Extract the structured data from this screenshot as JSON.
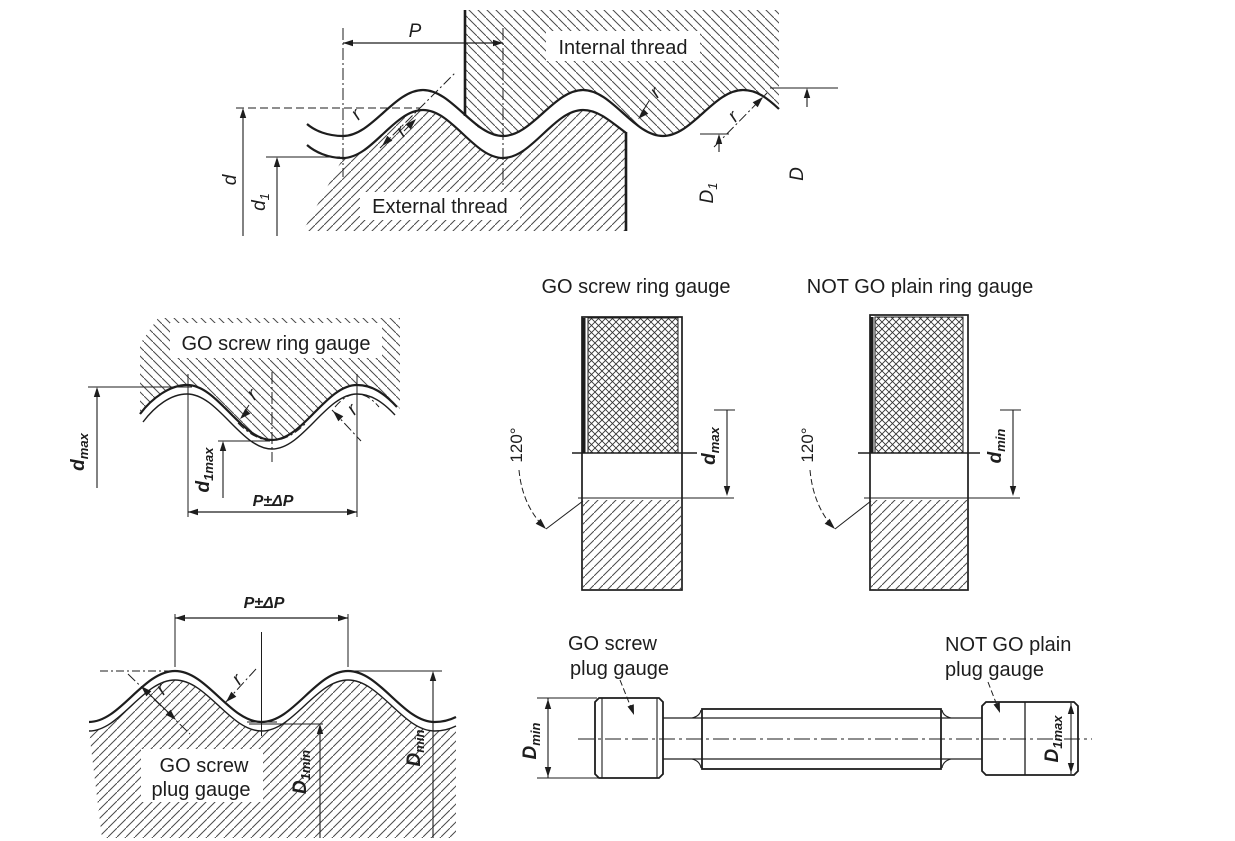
{
  "colors": {
    "ink": "#1d1d1d",
    "hatch": "#4a4a4a",
    "background": "#ffffff"
  },
  "top_profile": {
    "internal_label": "Internal thread",
    "external_label": "External thread",
    "pitch": "P",
    "radius": "r",
    "dim_d": {
      "base": "d",
      "sub": ""
    },
    "dim_d1": {
      "base": "d",
      "sub": "1"
    },
    "dim_D1": {
      "base": "D",
      "sub": "1"
    },
    "dim_D": {
      "base": "D",
      "sub": ""
    }
  },
  "ring_detail": {
    "title": "GO screw ring gauge",
    "pitch_tol": "P±ΔP",
    "radius": "r",
    "dim_dmax": {
      "base": "d",
      "sub": "max"
    },
    "dim_d1max": {
      "base": "d",
      "sub": "1max"
    }
  },
  "ring_go": {
    "title": "GO screw ring gauge",
    "angle": "120°",
    "dim_dmax": {
      "base": "d",
      "sub": "max"
    }
  },
  "ring_notgo": {
    "title": "NOT GO plain ring gauge",
    "angle": "120°",
    "dim_dmin": {
      "base": "d",
      "sub": "min"
    }
  },
  "plug_detail": {
    "label_line1": "GO screw",
    "label_line2": "plug gauge",
    "pitch_tol": "P±ΔP",
    "radius": "r",
    "dim_D1min": {
      "base": "D",
      "sub": "1min"
    },
    "dim_Dmin": {
      "base": "D",
      "sub": "min"
    }
  },
  "plug_assembly": {
    "go_line1": "GO screw",
    "go_line2": "plug gauge",
    "notgo_line1": "NOT GO plain",
    "notgo_line2": "plug gauge",
    "dim_Dmin": {
      "base": "D",
      "sub": "min"
    },
    "dim_D1max": {
      "base": "D",
      "sub": "1max"
    }
  }
}
